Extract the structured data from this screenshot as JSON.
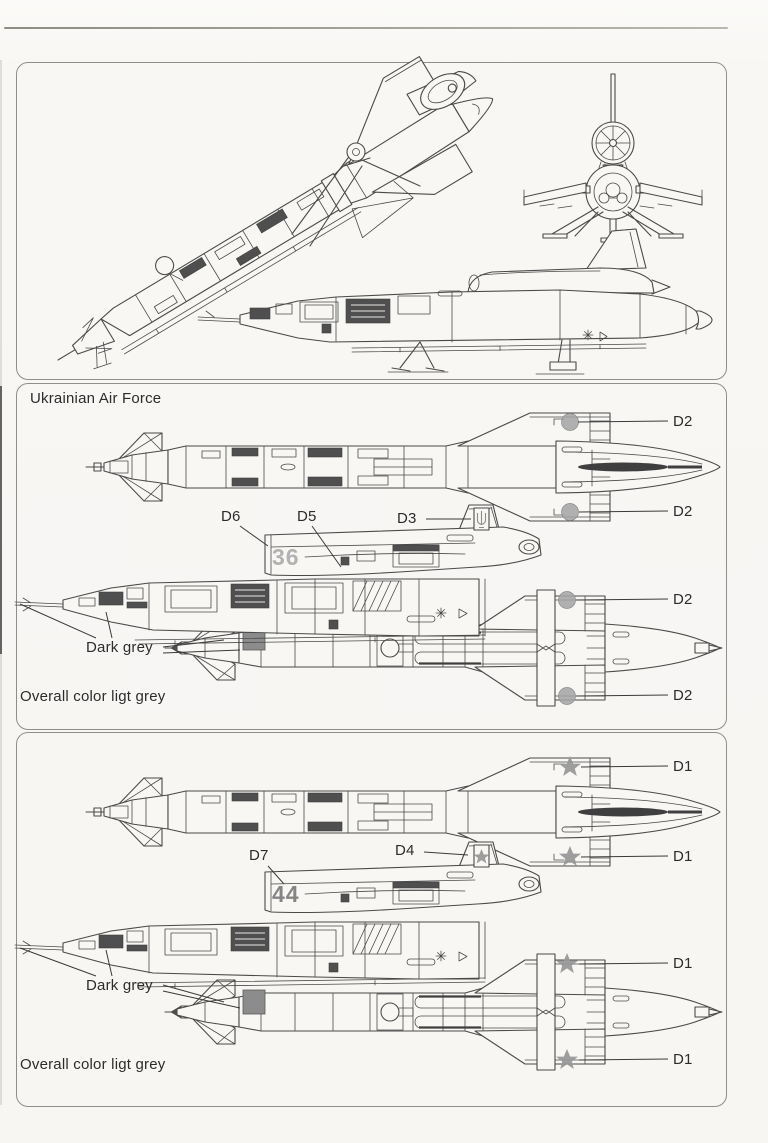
{
  "palette": {
    "paper": "#f8f7f4",
    "ink": "#4a4a4a",
    "label_ink": "#2c2c2c",
    "panel_border": "#908e8a",
    "marking_grey": "#a3a3a3",
    "dark_grey_fill": "#8c8c8c",
    "tail_number_36_grey": "#b2b2b2",
    "tail_number_44_grey": "#858585"
  },
  "schemes": {
    "scheme_1": {
      "title": "Ukrainian Air Force",
      "overall_color_note": "Overall color ligt grey",
      "dark_grey_note": "Dark grey",
      "tail_number": "36",
      "callouts": {
        "top_view_wing_upper": "D2",
        "top_view_wing_lower": "D2",
        "bottom_view_wing_upper": "D2",
        "bottom_view_wing_lower": "D2",
        "tail_number_decal": "D6",
        "fuselage_decal": "D5",
        "fin_emblem_decal": "D3"
      }
    },
    "scheme_2": {
      "overall_color_note": "Overall color ligt grey",
      "dark_grey_note": "Dark grey",
      "tail_number": "44",
      "callouts": {
        "top_view_wing_upper": "D1",
        "top_view_wing_lower": "D1",
        "bottom_view_wing_upper": "D1",
        "bottom_view_wing_lower": "D1",
        "tail_number_decal": "D7",
        "fin_star_decal": "D4"
      }
    }
  }
}
